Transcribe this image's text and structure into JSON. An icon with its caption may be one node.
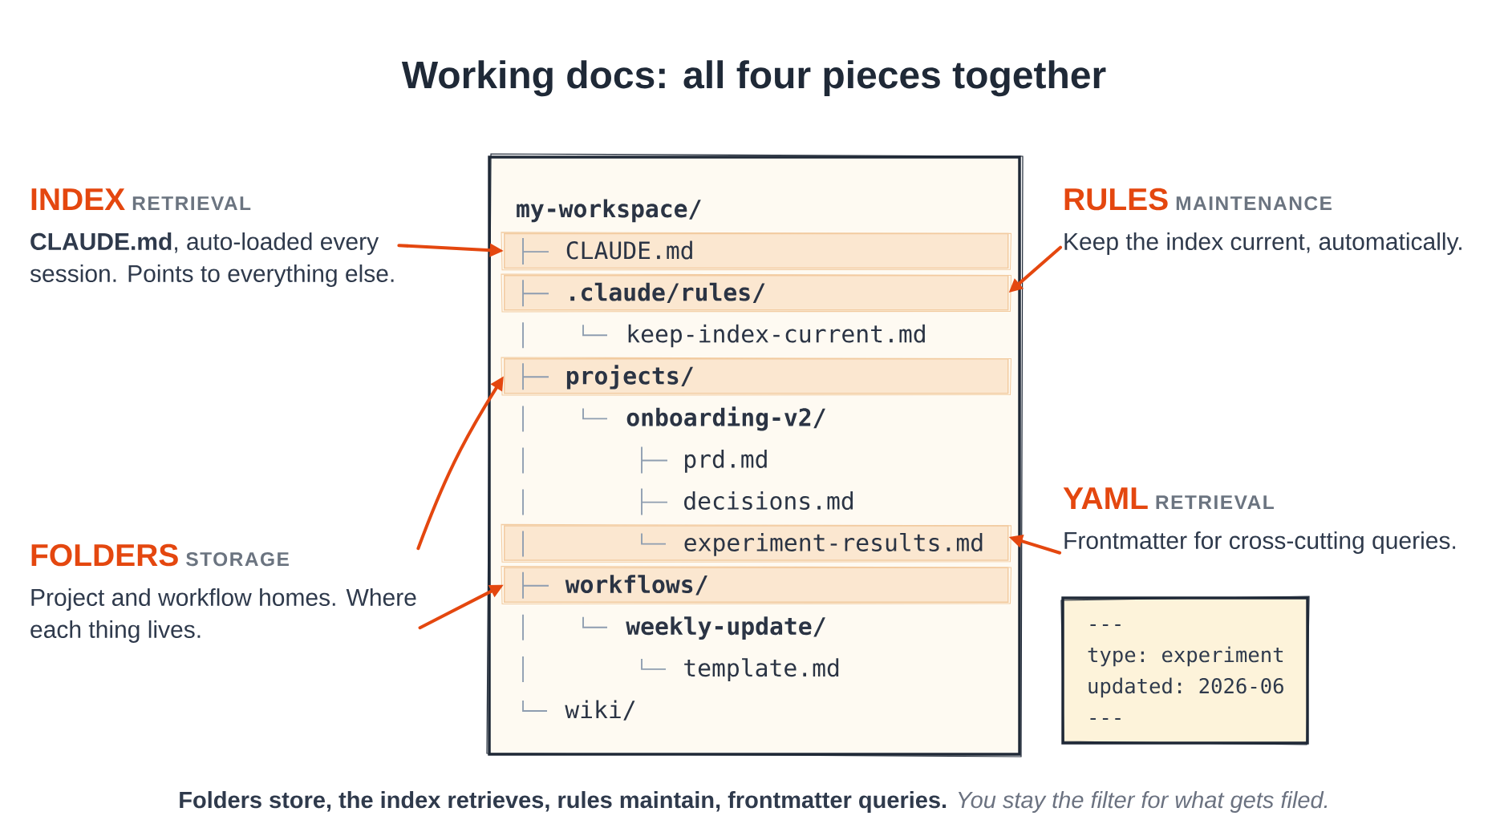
{
  "diagram": {
    "title": "Working docs: all four pieces together",
    "caption": "**Folders store, the index retrieves, rules maintain, frontmatter queries.** *You stay the filter for what gets filed.*",
    "nodes": [
      {
        "text": [
          "INDEX",
          "RETRIEVAL",
          "**CLAUDE.md**, auto-loaded every session. Points to everything else."
        ]
      },
      {
        "text": [
          "FOLDERS",
          "STORAGE",
          "Project and workflow homes. Where each thing lives."
        ]
      },
      {
        "text": [
          "my-workspace/"
        ]
      },
      {
        "text": [
          "CLAUDE.md"
        ],
        "in": 2
      },
      {
        "text": [
          ".claude/rules/"
        ],
        "in": 2
      },
      {
        "text": [
          "projects/"
        ],
        "in": 2
      },
      {
        "text": [
          "experiment-results.md"
        ],
        "in": 2
      },
      {
        "text": [
          "workflows/"
        ],
        "in": 2
      },
      {
        "text": [
          "RULES",
          "MAINTENANCE",
          "Keep the index current, automatically."
        ]
      },
      {
        "text": [
          "YAML",
          "RETRIEVAL",
          "Frontmatter for cross-cutting queries."
        ]
      },
      {
        "text": [
          "---",
          "type: experiment",
          "updated: 2026-06",
          "---"
        ]
      }
    ],
    "edges": [
      {
        "from": 0,
        "to": 3,
        "arrow": "to"
      },
      {
        "from": 1,
        "to": 5,
        "arrow": "to"
      },
      {
        "from": 1,
        "to": 7,
        "arrow": "to"
      },
      {
        "from": 8,
        "to": 4,
        "arrow": "to"
      },
      {
        "from": 9,
        "to": 6,
        "arrow": "to"
      }
    ],
    "labels": [
      "keep-index-current.md",
      "onboarding-v2/",
      "prd.md",
      "decisions.md",
      "weekly-update/",
      "template.md",
      "wiki/"
    ]
  }
}
